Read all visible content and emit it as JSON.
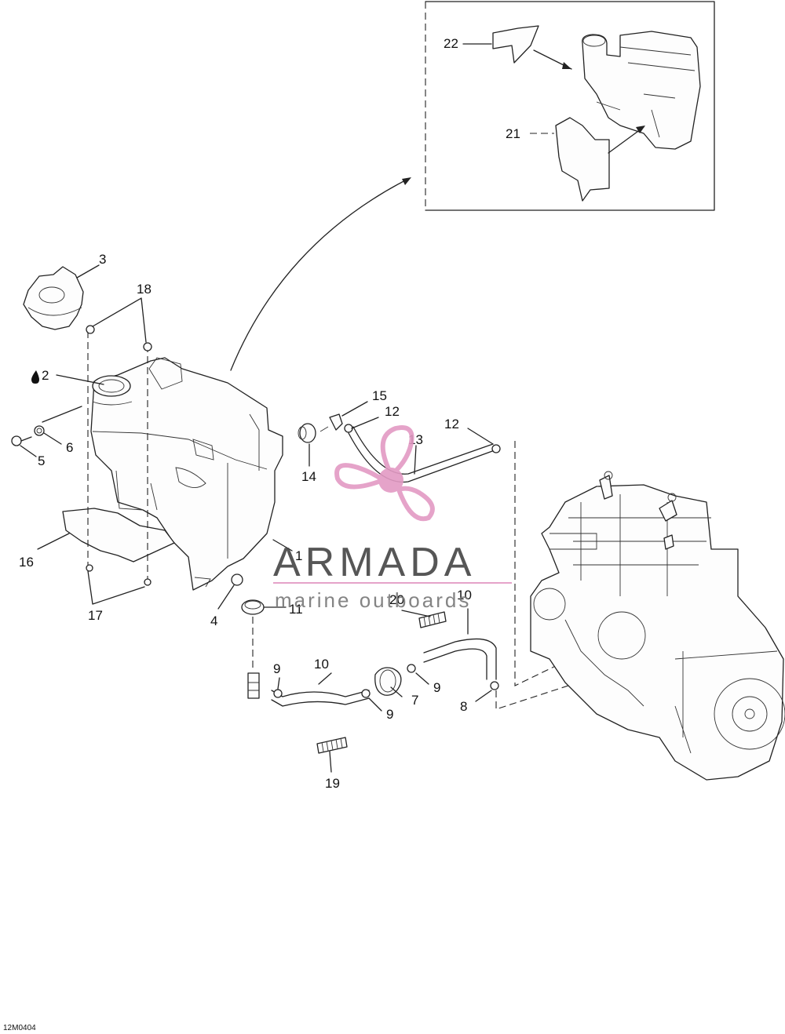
{
  "callouts": [
    {
      "id": "1",
      "text": "1"
    },
    {
      "id": "2",
      "text": "2"
    },
    {
      "id": "3",
      "text": "3"
    },
    {
      "id": "4",
      "text": "4"
    },
    {
      "id": "5",
      "text": "5"
    },
    {
      "id": "6",
      "text": "6"
    },
    {
      "id": "7",
      "text": "7"
    },
    {
      "id": "8",
      "text": "8"
    },
    {
      "id": "9a",
      "text": "9"
    },
    {
      "id": "9b",
      "text": "9"
    },
    {
      "id": "9c",
      "text": "9"
    },
    {
      "id": "10a",
      "text": "10"
    },
    {
      "id": "10b",
      "text": "10"
    },
    {
      "id": "11",
      "text": "11"
    },
    {
      "id": "12a",
      "text": "12"
    },
    {
      "id": "12b",
      "text": "12"
    },
    {
      "id": "13",
      "text": "13"
    },
    {
      "id": "14",
      "text": "14"
    },
    {
      "id": "15",
      "text": "15"
    },
    {
      "id": "16",
      "text": "16"
    },
    {
      "id": "17",
      "text": "17"
    },
    {
      "id": "18",
      "text": "18"
    },
    {
      "id": "19",
      "text": "19"
    },
    {
      "id": "20",
      "text": "20"
    },
    {
      "id": "21",
      "text": "21"
    },
    {
      "id": "22",
      "text": "22"
    }
  ],
  "drawing_code": "12M0404",
  "watermark": {
    "brand": "ARMADA",
    "tagline": "marine outboards",
    "accent_color": "#e39ac4"
  }
}
